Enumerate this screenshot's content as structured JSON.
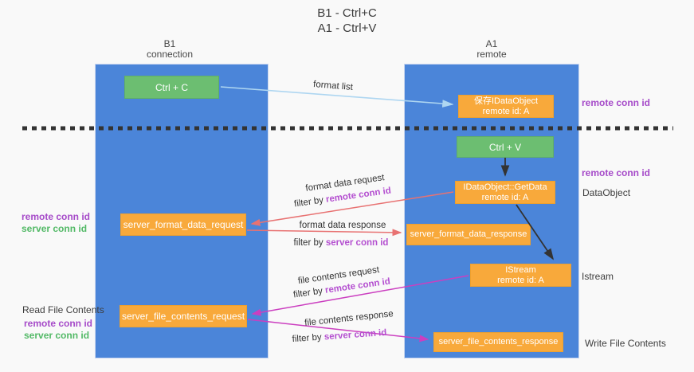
{
  "title": {
    "line1": "B1 - Ctrl+C",
    "line2": "A1 - Ctrl+V"
  },
  "columns": {
    "left": {
      "header_line1": "B1",
      "header_line2": "connection"
    },
    "right": {
      "header_line1": "A1",
      "header_line2": "remote"
    }
  },
  "boxes": {
    "ctrl_c": {
      "label": "Ctrl + C"
    },
    "ctrl_v": {
      "label": "Ctrl + V"
    },
    "save_dataobject": {
      "line1": "保存IDataObject",
      "line2": "remote id: A"
    },
    "getdata": {
      "line1": "IDataObject::GetData",
      "line2": "remote id: A"
    },
    "istream": {
      "line1": "IStream",
      "line2": "remote id: A"
    },
    "server_format_data_request": {
      "label": "server_format_data_request"
    },
    "server_format_data_response": {
      "label": "server_format_data_response"
    },
    "server_file_contents_request": {
      "label": "server_file_contents_request"
    },
    "server_file_contents_response": {
      "label": "server_file_contents_response"
    }
  },
  "flow_labels": {
    "format_list": "format list",
    "format_data_request": "format data request",
    "format_data_response": "format data response",
    "file_contents_request": "file contents request",
    "file_contents_response": "file contents response",
    "filter_by": "filter by ",
    "remote_conn_id": "remote conn id",
    "server_conn_id": "server conn id"
  },
  "side_labels": {
    "remote_conn_id": "remote conn id",
    "server_conn_id": "server conn id",
    "dataobject": "DataObject",
    "istream": "Istream",
    "read_file_contents": "Read File Contents",
    "write_file_contents": "Write File Contents"
  },
  "colors": {
    "column_blue": "#4b85d9",
    "box_green": "#6cbe71",
    "box_orange": "#f8a93b",
    "purple_text": "#a64bc9",
    "green_text": "#52b966",
    "arrow_red": "#e87272",
    "arrow_magenta": "#cb3fc0",
    "arrow_lightblue": "#aed6f1",
    "arrow_black": "#333333"
  }
}
